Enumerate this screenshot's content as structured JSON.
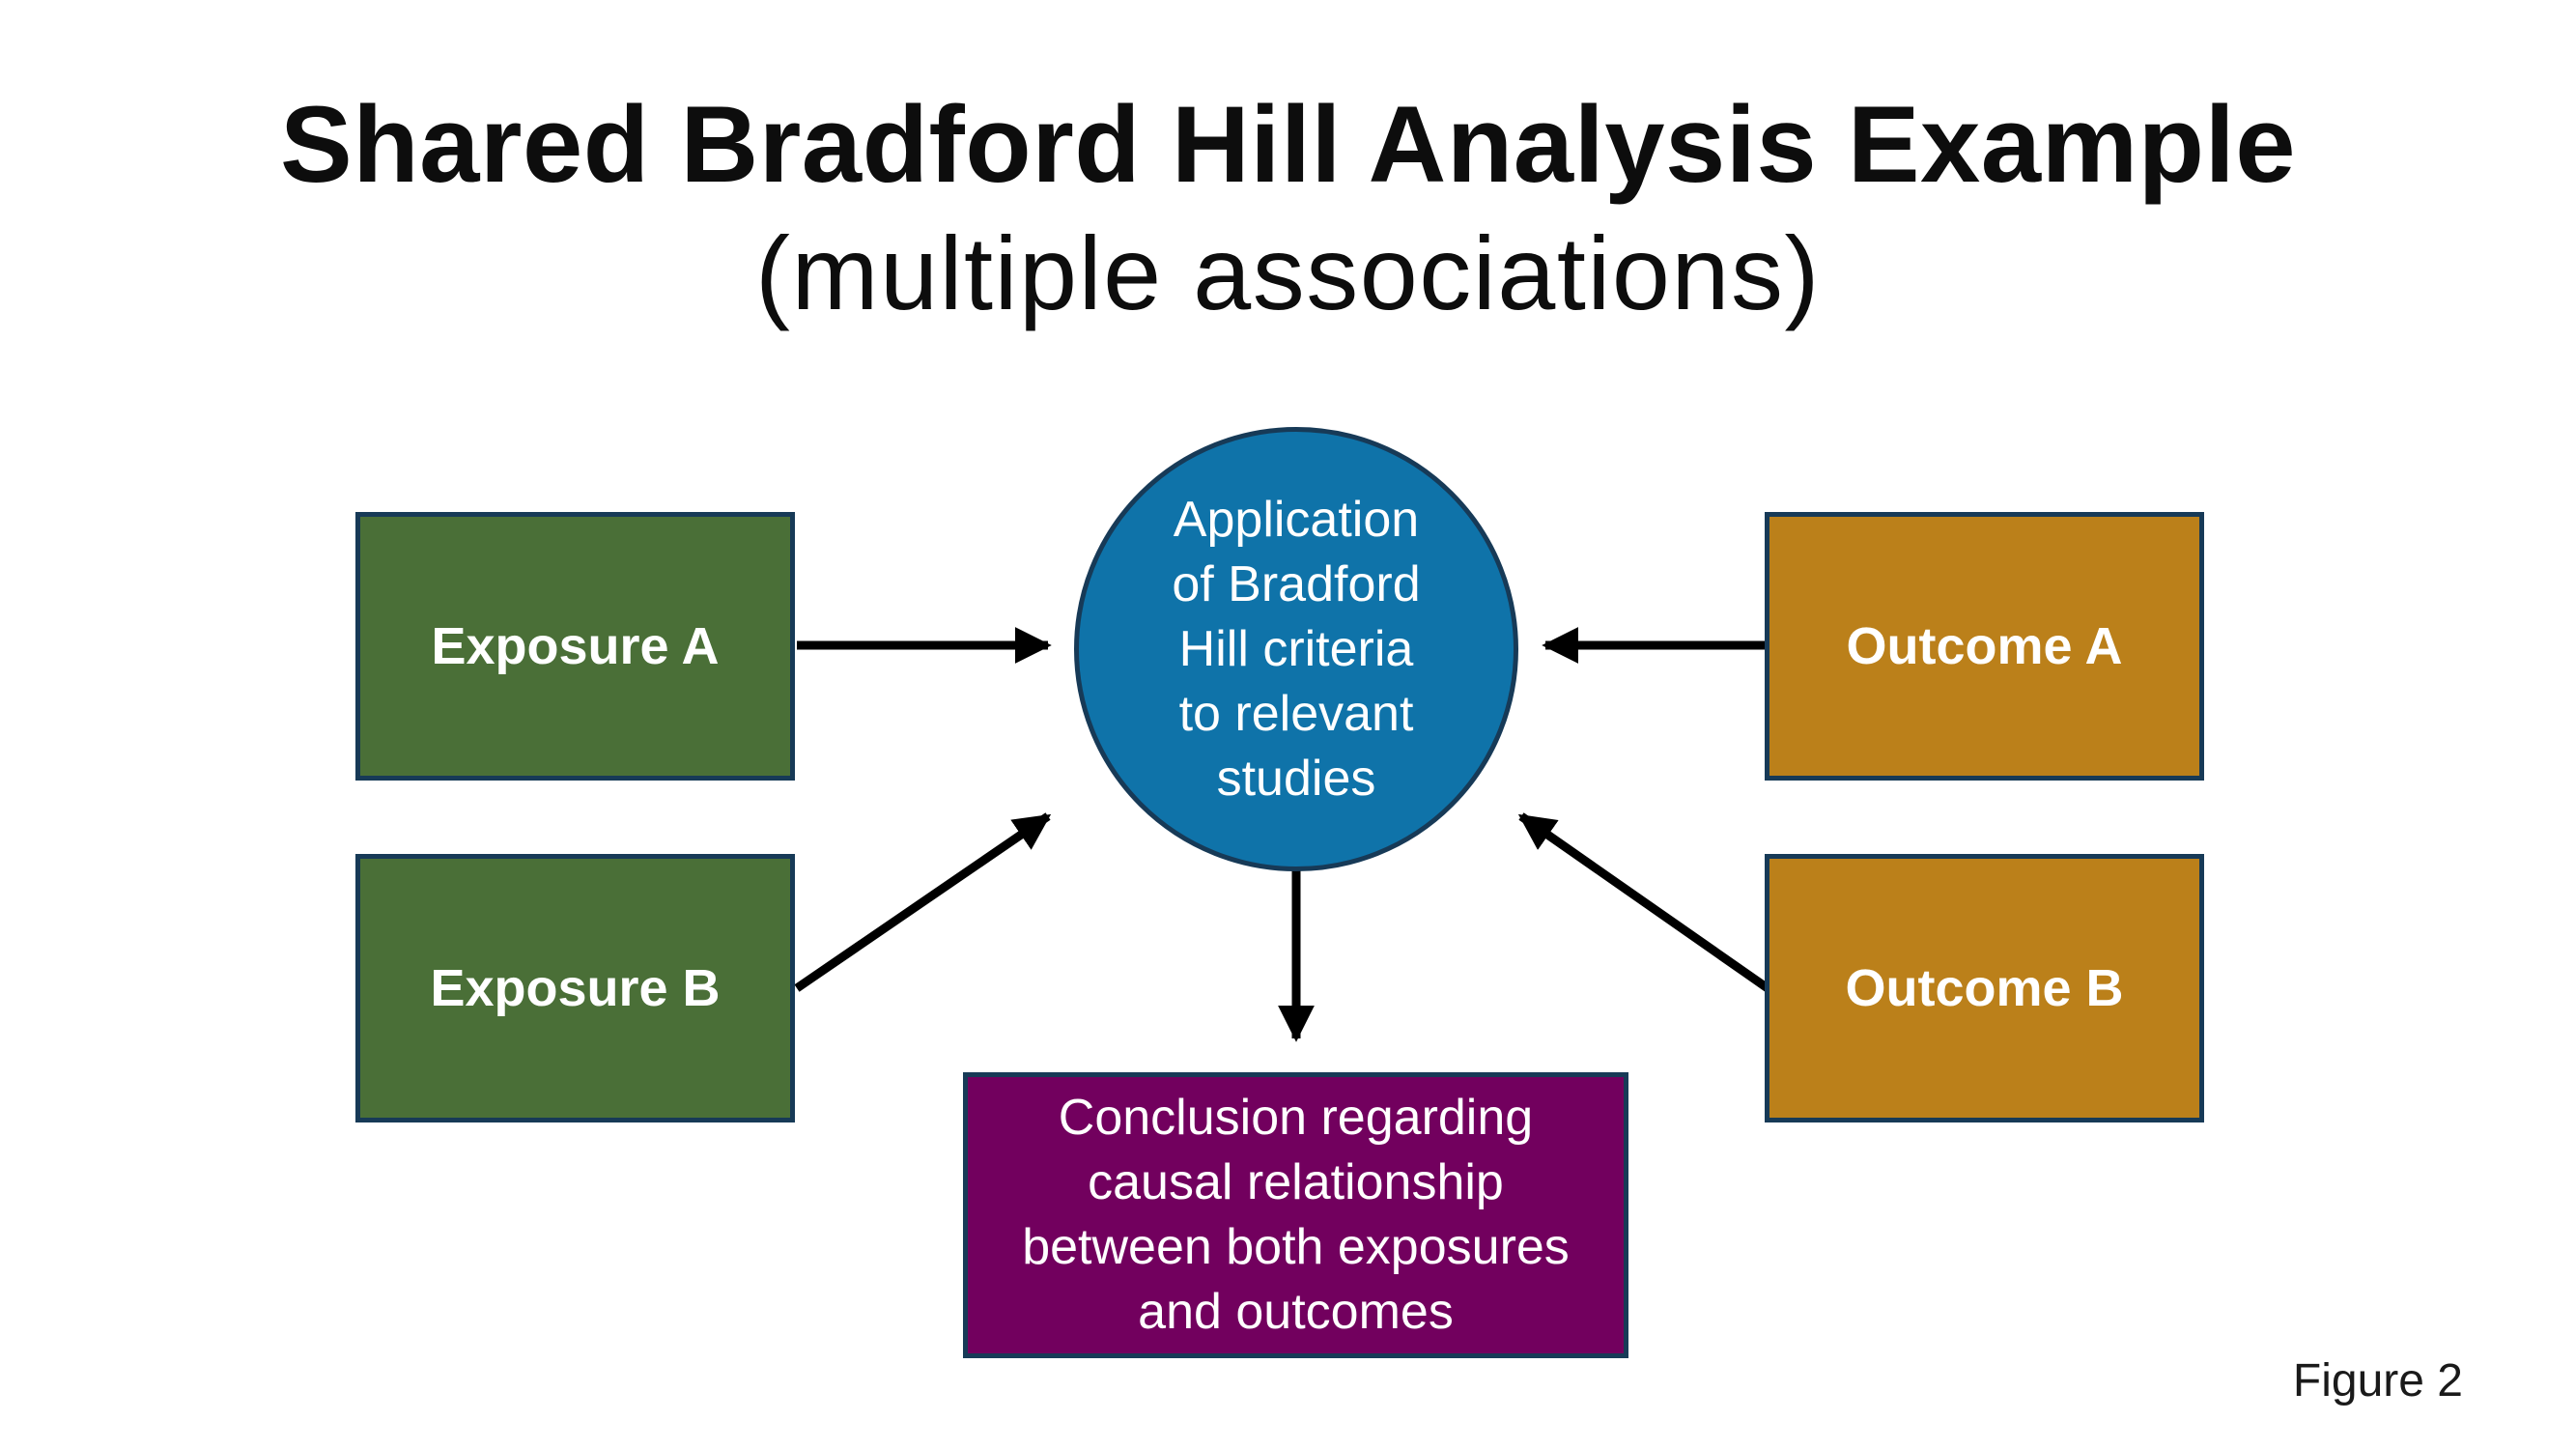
{
  "title": "Shared Bradford Hill Analysis Example",
  "subtitle": "(multiple associations)",
  "nodes": {
    "exposure_a": "Exposure A",
    "exposure_b": "Exposure B",
    "outcome_a": "Outcome A",
    "outcome_b": "Outcome B",
    "center": "Application of Bradford Hill criteria to relevant studies",
    "conclusion": "Conclusion regarding causal relationship between both exposures and outcomes"
  },
  "figure_label": "Figure 2",
  "colors": {
    "exposure": "#4a6f37",
    "outcome": "#bb801a",
    "center": "#0f73a9",
    "conclusion": "#72005e",
    "border": "#173a57",
    "arrow": "#000000"
  }
}
